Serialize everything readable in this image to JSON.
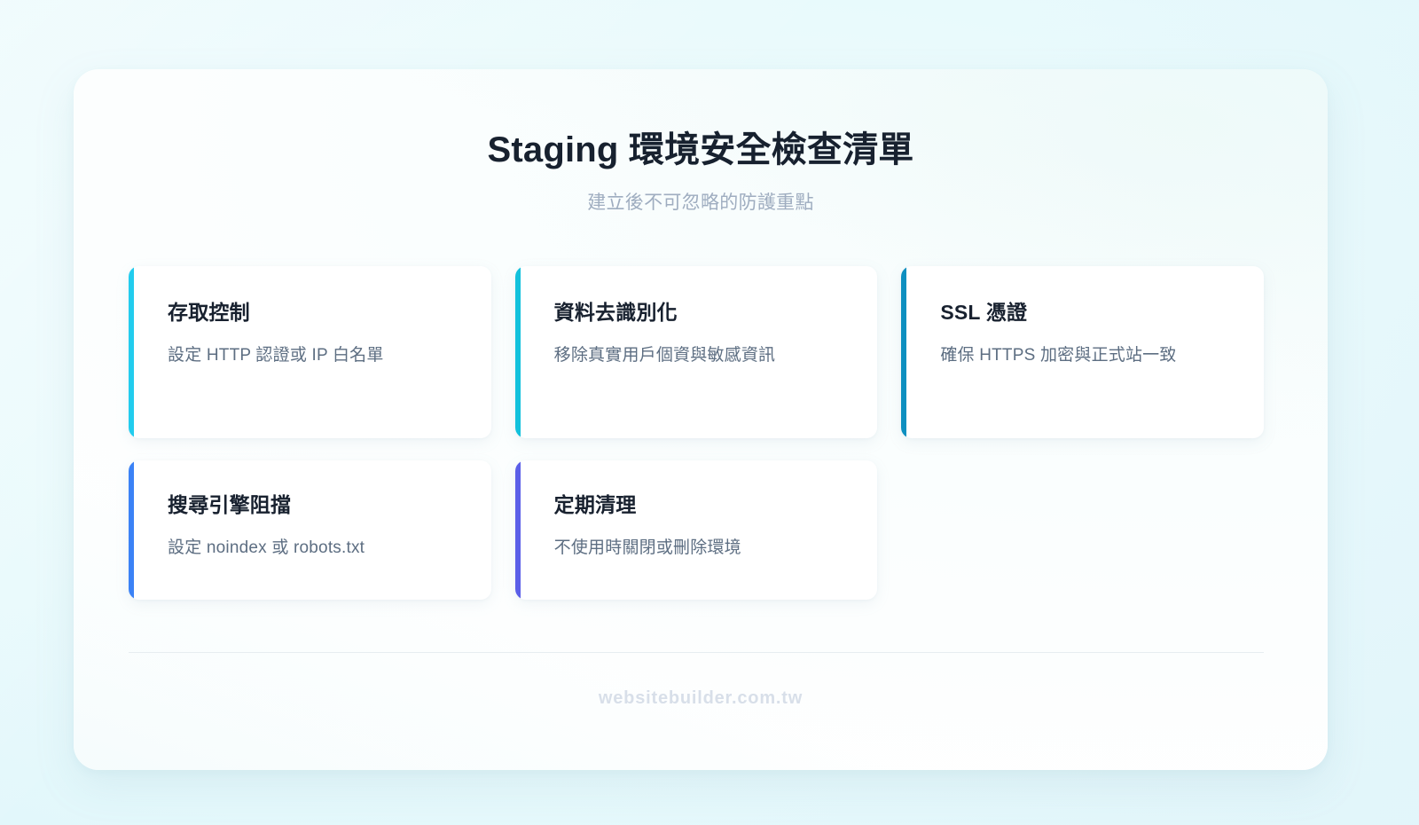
{
  "background": {
    "page_color": "#e6fafd",
    "panel_color": "#ffffff"
  },
  "header": {
    "title": "Staging 環境安全檢查清單",
    "subtitle": "建立後不可忽略的防護重點"
  },
  "cards": [
    {
      "title": "存取控制",
      "description": "設定 HTTP 認證或 IP 白名單",
      "accent_color": "#22ccee"
    },
    {
      "title": "資料去識別化",
      "description": "移除真實用戶個資與敏感資訊",
      "accent_color": "#12c1dc"
    },
    {
      "title": "SSL 憑證",
      "description": "確保 HTTPS 加密與正式站一致",
      "accent_color": "#0d8fc0"
    },
    {
      "title": "搜尋引擎阻擋",
      "description": "設定 noindex 或 robots.txt",
      "accent_color": "#3b82f6"
    },
    {
      "title": "定期清理",
      "description": "不使用時關閉或刪除環境",
      "accent_color": "#5b5fe8"
    }
  ],
  "footer": {
    "brand": "websitebuilder.com.tw"
  }
}
